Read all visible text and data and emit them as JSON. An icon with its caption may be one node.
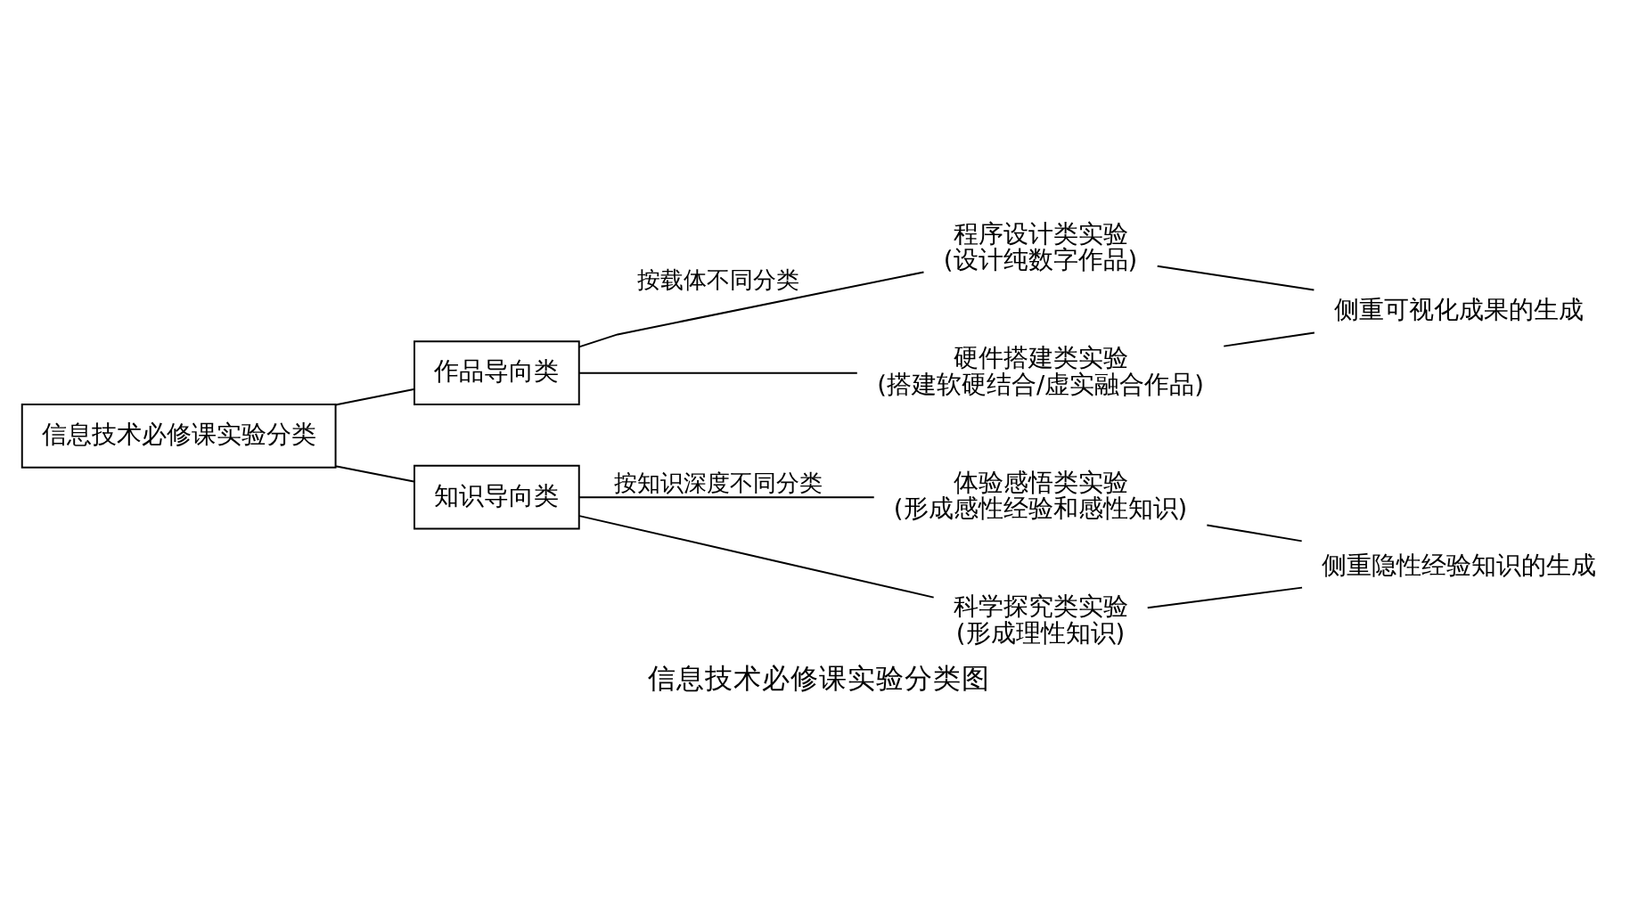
{
  "diagram": {
    "caption": "信息技术必修课实验分类图",
    "nodes": [
      {
        "text": [
          "信息技术必修课实验分类"
        ]
      },
      {
        "text": [
          "作品导向类"
        ]
      },
      {
        "text": [
          "程序设计类实验",
          "(设计纯数字作品)"
        ]
      },
      {
        "text": [
          "硬件搭建类实验",
          "(搭建软硬结合/虚实融合作品)"
        ]
      },
      {
        "text": [
          "侧重可视化成果的生成"
        ]
      },
      {
        "text": [
          "知识导向类"
        ]
      },
      {
        "text": [
          "体验感悟类实验",
          "(形成感性经验和感性知识)"
        ]
      },
      {
        "text": [
          "科学探究类实验",
          "(形成理性知识)"
        ]
      },
      {
        "text": [
          "侧重隐性经验知识的生成"
        ]
      }
    ],
    "edges": [
      {
        "from": 0,
        "to": 1,
        "arrow": "none"
      },
      {
        "from": 0,
        "to": 5,
        "arrow": "none"
      },
      {
        "from": 1,
        "to": 2,
        "arrow": "none",
        "label": "按载体不同分类"
      },
      {
        "from": 1,
        "to": 3,
        "arrow": "none"
      },
      {
        "from": 2,
        "to": 4,
        "arrow": "none"
      },
      {
        "from": 3,
        "to": 4,
        "arrow": "none"
      },
      {
        "from": 5,
        "to": 6,
        "arrow": "none",
        "label": "按知识深度不同分类"
      },
      {
        "from": 5,
        "to": 7,
        "arrow": "none"
      },
      {
        "from": 6,
        "to": 8,
        "arrow": "none"
      },
      {
        "from": 7,
        "to": 8,
        "arrow": "none"
      }
    ]
  }
}
